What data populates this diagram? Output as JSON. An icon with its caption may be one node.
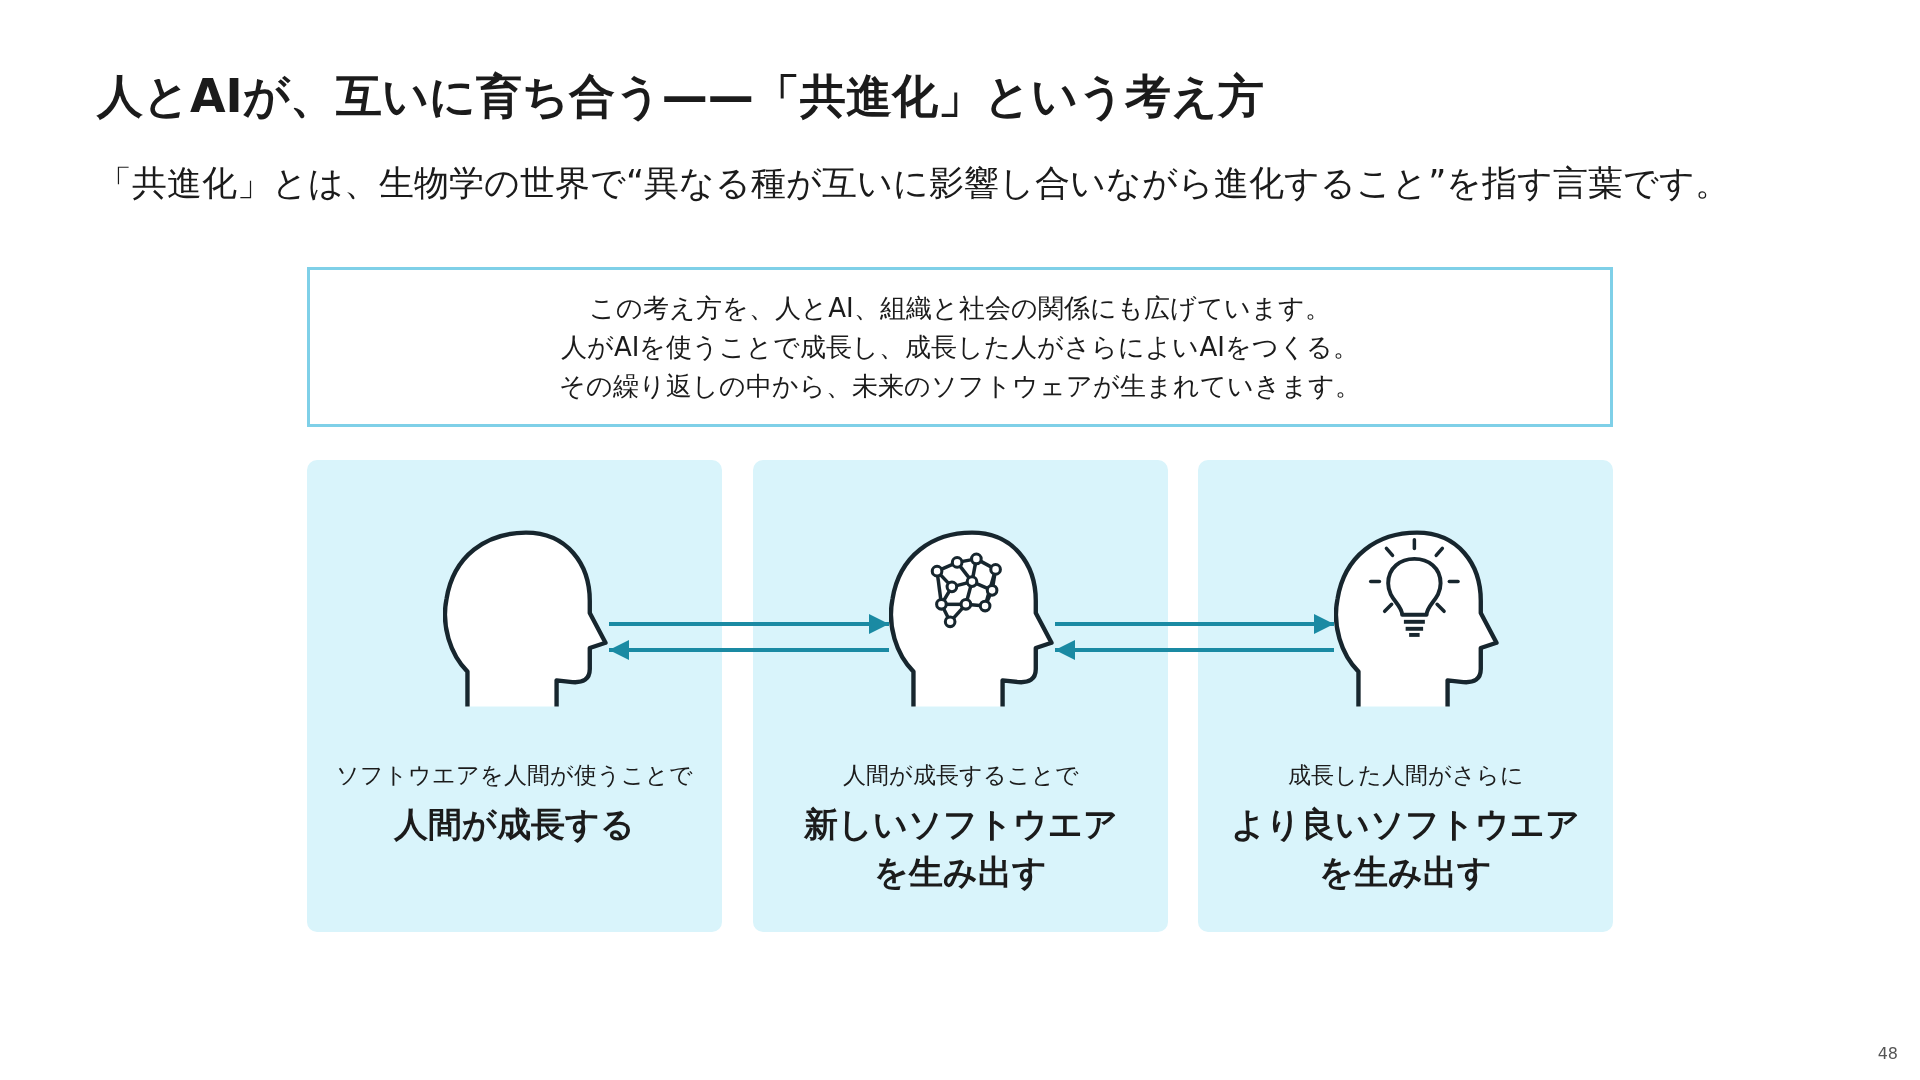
{
  "diagram": {
    "title": "人とAIが、互いに育ち合う——「共進化」という考え方",
    "nodes": [
      {
        "text": [
          "この考え方を、人とAI、組織と社会の関係にも広げています。",
          "人がAIを使うことで成長し、成長した人がさらによいAIをつくる。",
          "その繰り返しの中から、未来のソフトウェアが生まれていきます。"
        ]
      },
      {
        "text": [
          "ソフトウエアを人間が使うことで",
          "人間が成長する"
        ]
      },
      {
        "text": [],
        "shape": "person",
        "in": 1
      },
      {
        "text": [
          "人間が成長することで",
          "新しいソフトウエアを生み出す"
        ]
      },
      {
        "text": [],
        "shape": "person",
        "in": 3
      },
      {
        "text": [
          "成長した人間がさらに",
          "より良いソフトウエアを生み出す"
        ]
      },
      {
        "text": [],
        "shape": "person",
        "in": 5
      }
    ],
    "edges": [
      {
        "from": 2,
        "to": 4,
        "arrow": "to"
      },
      {
        "from": 4,
        "to": 2,
        "arrow": "to"
      },
      {
        "from": 4,
        "to": 6,
        "arrow": "to"
      },
      {
        "from": 6,
        "to": 4,
        "arrow": "to"
      }
    ],
    "labels": [
      "「共進化」とは、生物学の世界で“異なる種が互いに影響し合いながら進化すること”を指す言葉です。",
      "48"
    ]
  }
}
